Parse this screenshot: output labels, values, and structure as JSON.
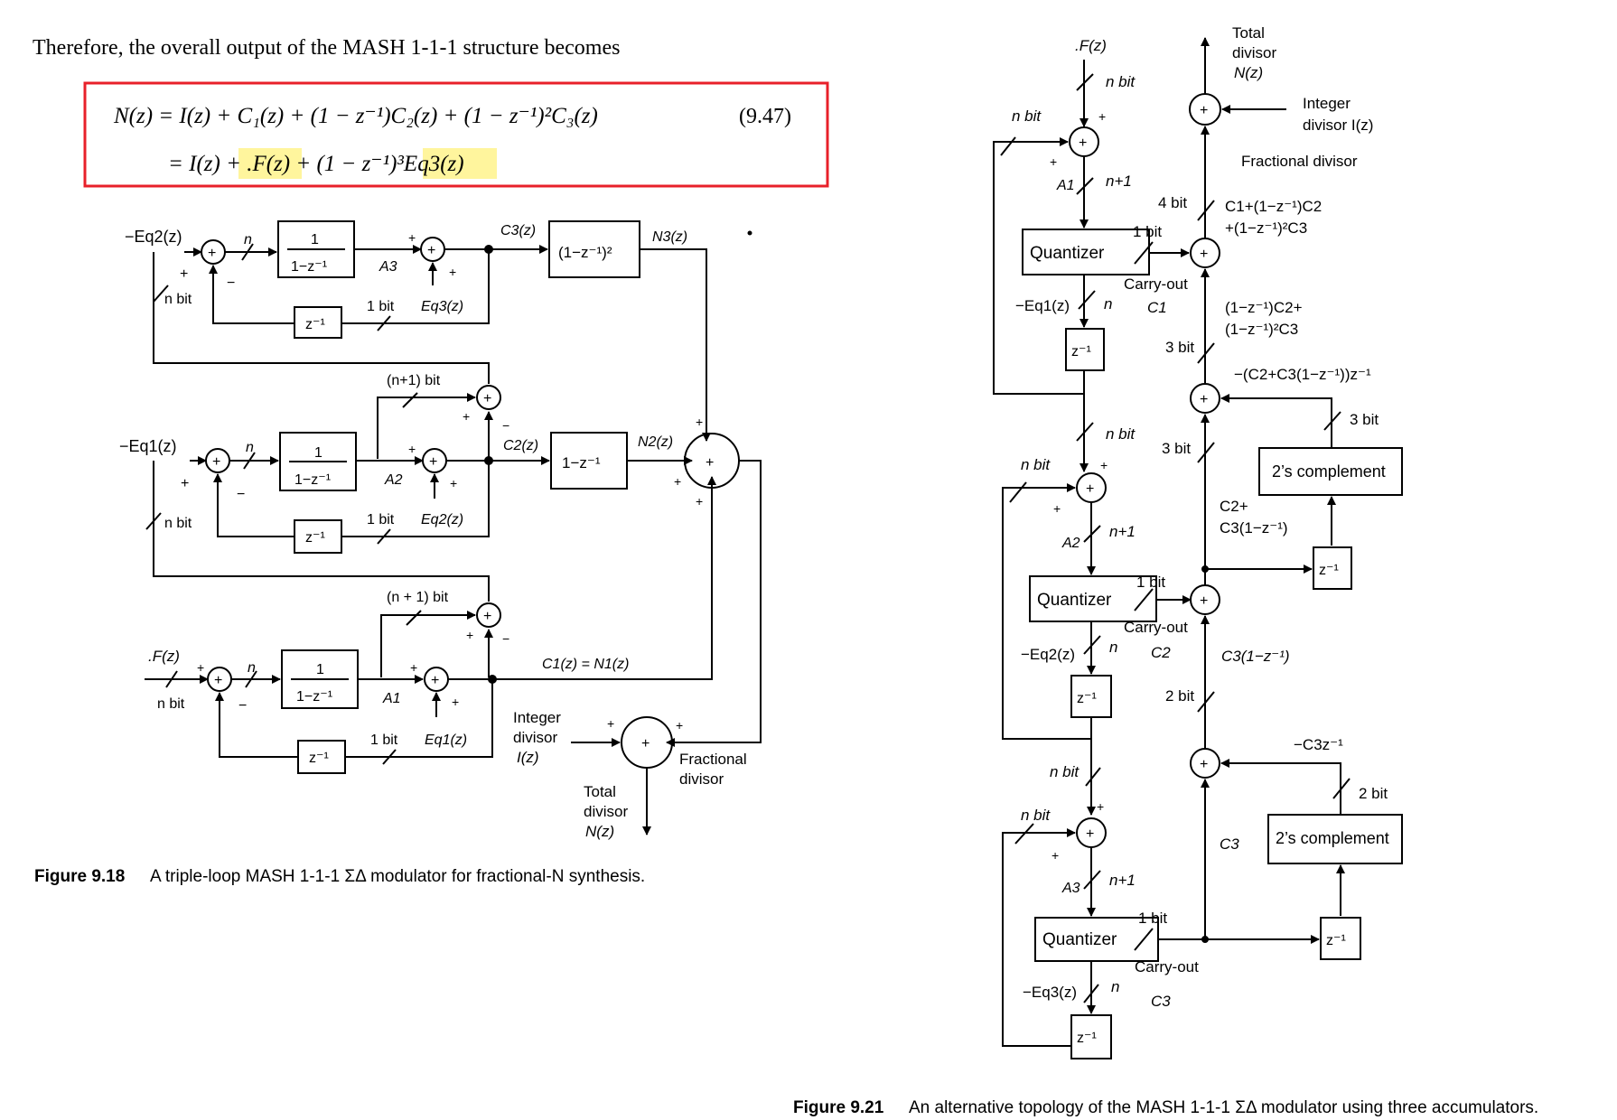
{
  "intro_text": "Therefore, the overall output of the MASH 1-1-1 structure becomes",
  "equation": {
    "line1": "N(z) = I(z) + C₁(z) + (1 − z⁻¹)C₂(z) + (1 − z⁻¹)²C₃(z)",
    "number": "(9.47)",
    "line2_prefix": "= I(z) + ",
    "line2_term1": ".F(z)",
    "line2_mid": " + (1 − z⁻¹)³",
    "line2_term2": "Eq3(z)",
    "highlight_color": "#fff59d",
    "box_color": "#e8202a"
  },
  "fig918": {
    "caption_label": "Figure 9.18",
    "caption_text": "A triple-loop MASH 1-1-1 ΣΔ modulator for fractional-N synthesis.",
    "labels": {
      "in3": "−Eq2(z)",
      "in2": "−Eq1(z)",
      "in1": ".F(z)",
      "n": "n",
      "nbit": "n bit",
      "one": "1",
      "den": "1−z⁻¹",
      "zinv": "z⁻¹",
      "onebit": "1 bit",
      "n1bit": "(n+1) bit",
      "n1bit_b": "(n + 1) bit",
      "A3": "A3",
      "A2": "A2",
      "A1": "A1",
      "Eq3": "Eq3(z)",
      "Eq2": "Eq2(z)",
      "Eq1": "Eq1(z)",
      "C3": "C3(z)",
      "C2": "C2(z)",
      "C1N1": "C1(z) = N1(z)",
      "diff2": "(1−z⁻¹)²",
      "diff1": "1−z⁻¹",
      "N3": "N3(z)",
      "N2": "N2(z)",
      "int_div1": "Integer",
      "int_div2": "divisor",
      "int_div3": "I(z)",
      "frac_div1": "Fractional",
      "frac_div2": "divisor",
      "tot_div1": "Total",
      "tot_div2": "divisor",
      "tot_div3": "N(z)",
      "plus": "+",
      "minus": "−",
      "sum": "+"
    }
  },
  "fig921": {
    "caption_label": "Figure 9.21",
    "caption_text": "An alternative topology of the MASH 1-1-1 ΣΔ modulator using three accumulators.",
    "labels": {
      "F": ".F(z)",
      "nbit": "n bit",
      "n1": "n+1",
      "n": "n",
      "A1": "A1",
      "A2": "A2",
      "A3": "A3",
      "quantizer": "Quantizer",
      "zinv": "z⁻¹",
      "onebit": "1 bit",
      "carry": "Carry-out",
      "C1": "C1",
      "C2": "C2",
      "C3": "C3",
      "Eq1": "−Eq1(z)",
      "Eq2": "−Eq2(z)",
      "Eq3": "−Eq3(z)",
      "tot1": "Total",
      "tot2": "divisor",
      "tot3": "N(z)",
      "int1": "Integer",
      "int2": "divisor I(z)",
      "frac": "Fractional divisor",
      "fourbit": "4 bit",
      "threebit": "3 bit",
      "twobit": "2 bit",
      "sumA1": "C1+(1−z⁻¹)C2",
      "sumA2": "+(1−z⁻¹)²C3",
      "sumB1": "(1−z⁻¹)C2+",
      "sumB2": "(1−z⁻¹)²C3",
      "negC": "−(C2+C3(1−z⁻¹))z⁻¹",
      "twos": "2’s complement",
      "c2c3a": "C2+",
      "c2c3b": "C3(1−z⁻¹)",
      "c3diff": "C3(1−z⁻¹)",
      "negC3": "−C3z⁻¹",
      "plus": "+",
      "sum": "+"
    }
  }
}
